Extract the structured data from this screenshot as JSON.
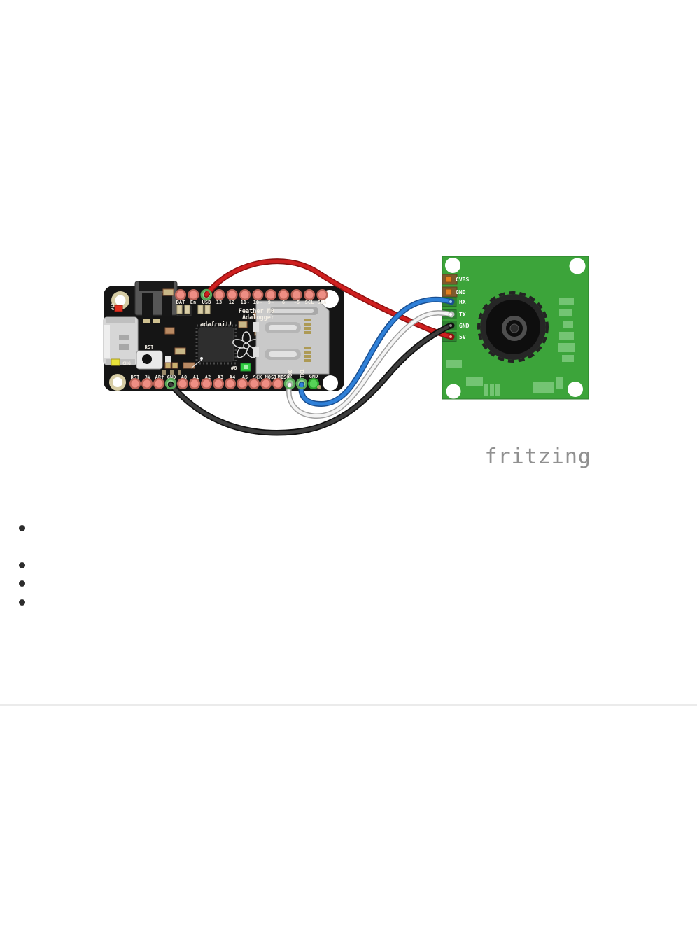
{
  "page": {
    "background": "#ffffff",
    "divider_top_color": "#e6e6e6",
    "divider_bottom_color": "#ebebeb"
  },
  "diagram": {
    "credit": "fritzing",
    "feather": {
      "title_line1": "Feather M0",
      "title_line2": "Adalogger",
      "brand_text": "adafruit!",
      "top_pin_labels": [
        "BAT",
        "En",
        "USB",
        "13",
        "12",
        "11~",
        "10~",
        "9~",
        "6",
        "~5",
        "SCL",
        "SDA"
      ],
      "bottom_pin_labels": [
        "RST",
        "3V",
        "ARf",
        "GND",
        "A0",
        "A1",
        "A2",
        "A3",
        "A4",
        "A5",
        "SCK",
        "MOSI",
        "MISO"
      ],
      "bottom_pin_labels_rotated": [
        "RX0",
        "TX1"
      ],
      "bottom_pin_label_last": "GND",
      "reset_button_label": "RST",
      "charge_led_label": "CHG",
      "led13_label": "#13",
      "led8_label": "#8",
      "colors": {
        "board": "#151515",
        "pin": "#ee8e84",
        "connected_pin": "#90cf8e"
      }
    },
    "camera": {
      "pin_labels": [
        "CVBS",
        "GND",
        "RX",
        "TX",
        "GND",
        "5V"
      ],
      "colors": {
        "board": "#3ca43a",
        "silkscreen": "#74c473",
        "pad_orange": "#e2801f",
        "header_brown": "#7d5a2e"
      }
    },
    "wires": [
      {
        "name": "5v-power",
        "color": "#cf1f1f",
        "from": "Feather USB pin",
        "to": "Camera 5V"
      },
      {
        "name": "camera-rx",
        "color": "#2f80d8",
        "from": "Feather TX1 pin",
        "to": "Camera RX"
      },
      {
        "name": "camera-tx",
        "color": "#f4f4f4",
        "from": "Feather RX0 pin",
        "to": "Camera TX"
      },
      {
        "name": "ground",
        "color": "#3c3c3c",
        "from": "Feather GND pin",
        "to": "Camera GND"
      }
    ]
  },
  "content": {
    "bullets": [
      "",
      "",
      "",
      ""
    ]
  }
}
